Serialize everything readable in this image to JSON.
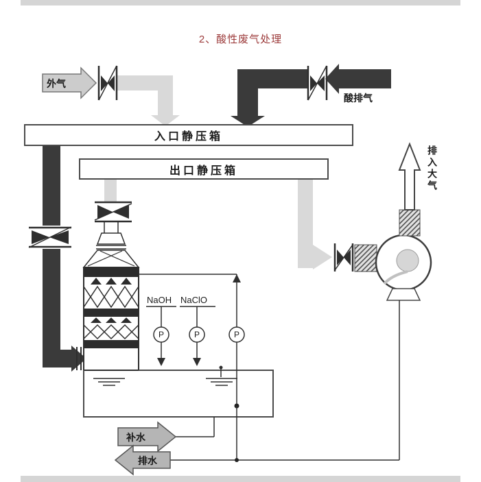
{
  "page": {
    "title": "2、酸性废气处理"
  },
  "diagram": {
    "labels": {
      "outside_air": "外气",
      "acid_exhaust": "酸排气",
      "inlet_plenum": "入口静压箱",
      "outlet_plenum": "出口静压箱",
      "naoh": "NaOH",
      "naclo": "NaClO",
      "pump": "P",
      "exhaust_to_atmosphere": "排入大气",
      "makeup_water": "补水",
      "drain_water": "排水"
    },
    "colors": {
      "title_text": "#9c3a3a",
      "dark_duct": "#3a3a3a",
      "light_duct": "#d9d9d9",
      "line": "#2e2e2e",
      "gray_arrow_fill": "#b5b5b5",
      "page_border": "#d5d5d5"
    }
  }
}
